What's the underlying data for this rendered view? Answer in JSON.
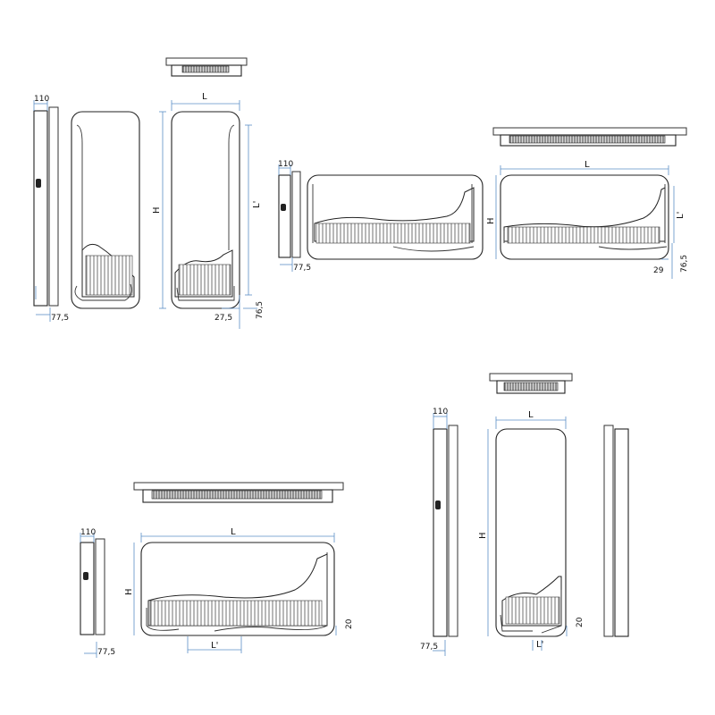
{
  "views": [
    {
      "id": "v1",
      "side_depth": "110",
      "side_offset": "77,5",
      "width": "L",
      "height": "H",
      "pipe_dist": "L'",
      "dist_a": "27,5",
      "dist_b": "76,5"
    },
    {
      "id": "v2",
      "side_depth": "110",
      "side_offset": "77,5",
      "width": "L",
      "height": "H",
      "pipe_dist": "L'",
      "dist_a": "29",
      "dist_b": "76,5"
    },
    {
      "id": "v3",
      "side_depth": "110",
      "side_offset": "77,5",
      "width": "L",
      "height": "H",
      "pipe_dist": "L'",
      "dist_a": "20"
    },
    {
      "id": "v4",
      "side_depth": "110",
      "side_offset": "77,5",
      "width": "L",
      "height": "H",
      "pipe_dist": "L'",
      "dist_a": "20"
    }
  ]
}
